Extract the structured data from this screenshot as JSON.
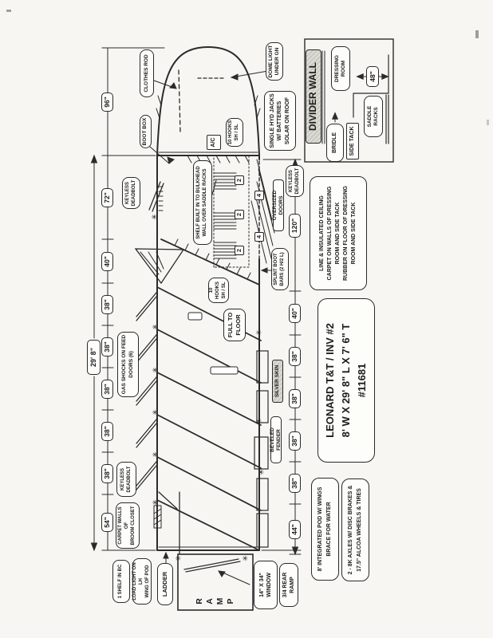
{
  "title_block": {
    "line1": "LEONARD T&T / INV #2",
    "line2": "8' W X 29' 8\" L X 7' 6\" T",
    "line3": "#11681"
  },
  "dimensions": {
    "top_chain": [
      "96\"",
      "72\"",
      "40\"",
      "38\"",
      "38\"",
      "38\"",
      "38\"",
      "38\"",
      "54\""
    ],
    "overall_length": "29' 8\"",
    "bottom_chain": [
      "120\"",
      "40\"",
      "38\"",
      "38\"",
      "38\"",
      "38\"",
      "44\""
    ],
    "dressing_room_width": "48\""
  },
  "gooseneck": {
    "clothes_rod": "CLOTHES ROD",
    "dome_light_l1": "DOME LIGHT",
    "dome_light_l2": "UNDER GN",
    "boot_box": "BOOT BOX",
    "ac": "A/C",
    "hooks_l1": "10 HOOKS",
    "hooks_l2": "SH / SL",
    "hyd_l1": "SINGLE HYD JACKS",
    "hyd_l2": "W/ BATTERIES",
    "hyd_l3": "SOLAR ON ROOF"
  },
  "dressing_area": {
    "keyless_l1": "KEYLESS",
    "keyless_l2": "DEADBOLT",
    "shelf_l1": "SHELF BUILT IN TO  BULKHEAD",
    "shelf_l2": "WALL OVER SADDLE RACKS",
    "oversized_doors": "OVERSIZED DOORS",
    "splint_l1": "SPLINT BOOT",
    "splint_l2": "BARS (2 H/2 L)",
    "rack_count": "2",
    "door_count": "4"
  },
  "stall_area": {
    "gas_l1": "GAS SHOCKS ON FEED",
    "gas_l2": "DOORS (6)",
    "hooks_l1": "10 HOOKS",
    "hooks_l2": "SH / SL",
    "full_l1": "FULL TO",
    "full_l2": "FLOOR",
    "silver_skin": "SILVER SKIN",
    "beveled_fender": "BEVELED FENDER"
  },
  "rear_area": {
    "keyless_l1": "KEYLESS",
    "keyless_l2": "DEADBOLT",
    "carpet_l1": "CARPET WALLS OF",
    "carpet_l2": "BROOM CLOSET",
    "shelf_bc": "1 SHELF IN BC",
    "load_l1": "LOAD LIGHT ON LH",
    "load_l2": "WING OF POD",
    "ladder": "LADDER",
    "ramp_l1": "R",
    "ramp_l2": "A",
    "ramp_l3": "M",
    "ramp_l4": "P",
    "window_l1": "14\" X 34\"",
    "window_l2": "WINDOW",
    "ramp34_l1": "3/4 REAR",
    "ramp34_l2": "RAMP"
  },
  "notes": {
    "ins_l1": "LINE & INSULATED CEILING",
    "ins_l2": "CARPET ON WALLS OF DRESSING",
    "ins_l3": "ROOM AND SIDE TACK",
    "ins_l4": "RUBBER ON FLOOR OF DRESSING",
    "ins_l5": "ROOM AND SIDE TACK",
    "pod_l1": "8' INTEGRATED POD W/ WINGS",
    "pod_l2": "BRACE FOR WATER",
    "axle_l1": "2 - 8K AXLES W/ DISC BRAKES &",
    "axle_l2": "17.5\" ALCOA WHEELS & TIRES"
  },
  "inset": {
    "divider_wall": "DIVIDER WALL",
    "dressing_l1": "DRESSING",
    "dressing_l2": "ROOM",
    "bridle": "BRIDLE",
    "side_tack": "SIDE TACK",
    "saddle_l1": "SADDLE",
    "saddle_l2": "RACKS",
    "width": "48\""
  },
  "icons": {
    "light_marker": "✳"
  },
  "colors": {
    "ink": "#2b2b2b",
    "paper": "#f7f6f2"
  }
}
